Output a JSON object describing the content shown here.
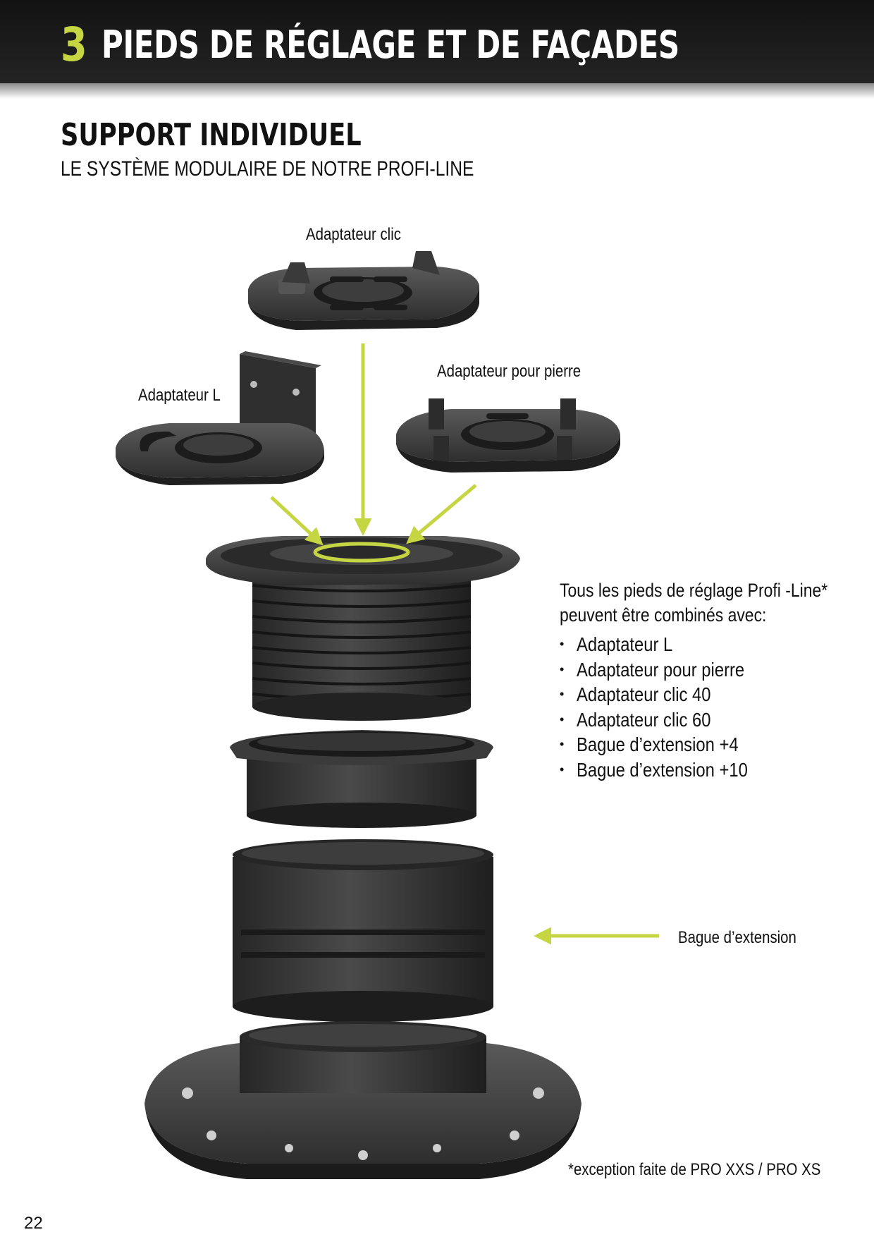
{
  "header": {
    "chapter_number": "3",
    "chapter_title": "PIEDS DE RÉGLAGE ET DE FAÇADES"
  },
  "section": {
    "title": "SUPPORT INDIVIDUEL",
    "subtitle": "LE SYSTÈME MODULAIRE DE NOTRE PROFI-LINE"
  },
  "diagram": {
    "labels": {
      "clic": "Adaptateur clic",
      "l": "Adaptateur L",
      "pierre": "Adaptateur pour pierre",
      "extension": "Bague d’extension"
    },
    "accent_color": "#c6d542",
    "part_color": "#3c3c3c"
  },
  "info": {
    "intro": "Tous les pieds de réglage Profi -Line* peuvent être combinés avec:",
    "bullet": "•",
    "items": [
      "Adaptateur L",
      "Adaptateur pour pierre",
      "Adaptateur clic 40",
      "Adaptateur clic 60",
      "Bague d’extension +4",
      "Bague d’extension +10"
    ]
  },
  "footnote": "*exception faite de PRO XXS / PRO XS",
  "page_number": "22"
}
